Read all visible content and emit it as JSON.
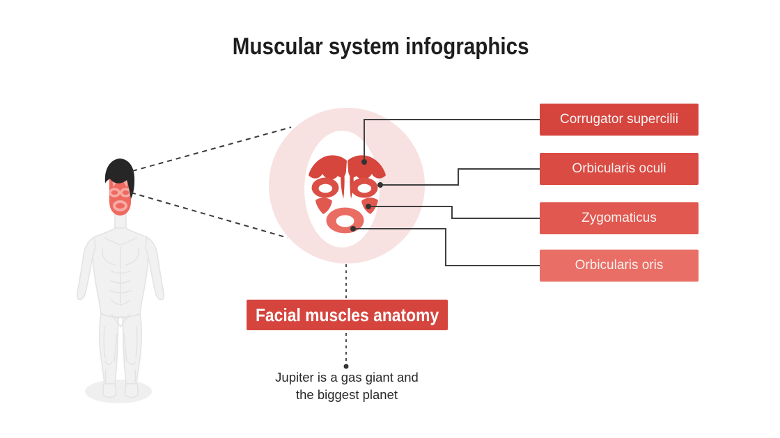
{
  "slide": {
    "title": "Muscular system infographics",
    "banner_label": "Facial muscles anatomy",
    "caption": {
      "line1": "Jupiter is a gas giant and",
      "line2": "the biggest planet"
    },
    "labels": [
      {
        "text": "Corrugator supercilii",
        "color": "#d5453e"
      },
      {
        "text": "Orbicularis oculi",
        "color": "#d94b43"
      },
      {
        "text": "Zygomaticus",
        "color": "#e15850"
      },
      {
        "text": "Orbicularis oris",
        "color": "#e96e65"
      }
    ],
    "colors": {
      "banner_bg": "#d5453e",
      "muscle_red": "#d6463d",
      "highlight_circle": "#f8e1e1",
      "connector_line": "#3f3f3f",
      "body_gray": "#f1f1f1"
    }
  }
}
